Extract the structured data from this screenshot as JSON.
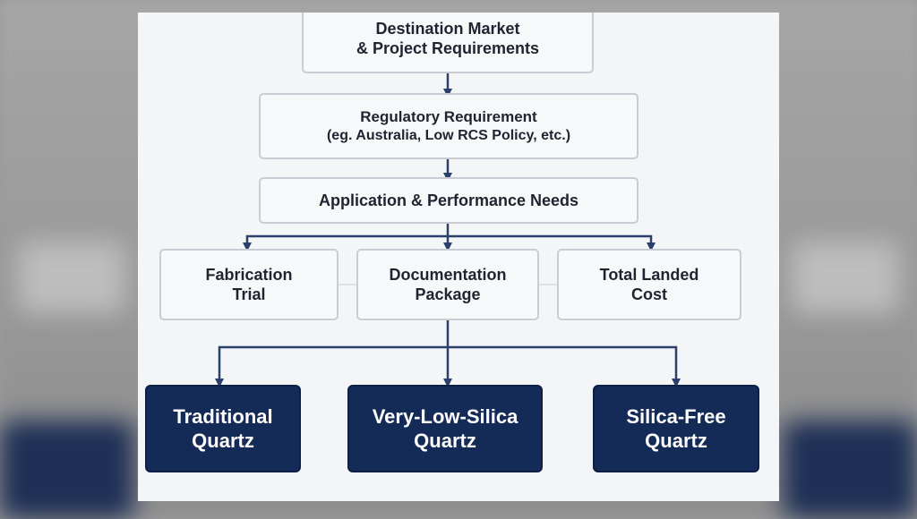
{
  "diagram": {
    "top": {
      "line1": "Destination Market",
      "line2": "& Project Requirements"
    },
    "regulatory": {
      "line1": "Regulatory Requirement",
      "line2": "(eg. Australia, Low RCS Policy, etc.)"
    },
    "application": {
      "line1": "Application & Performance Needs"
    },
    "middle": [
      {
        "line1": "Fabrication",
        "line2": "Trial"
      },
      {
        "line1": "Documentation",
        "line2": "Package"
      },
      {
        "line1": "Total Landed",
        "line2": "Cost"
      }
    ],
    "outcomes": [
      {
        "line1": "Traditional",
        "line2": "Quartz"
      },
      {
        "line1": "Very-Low-Silica",
        "line2": "Quartz"
      },
      {
        "line1": "Silica-Free",
        "line2": "Quartz"
      }
    ]
  },
  "colors": {
    "navy": "#142b57",
    "line": "#2b3f6b",
    "border": "#c9ccd2"
  }
}
